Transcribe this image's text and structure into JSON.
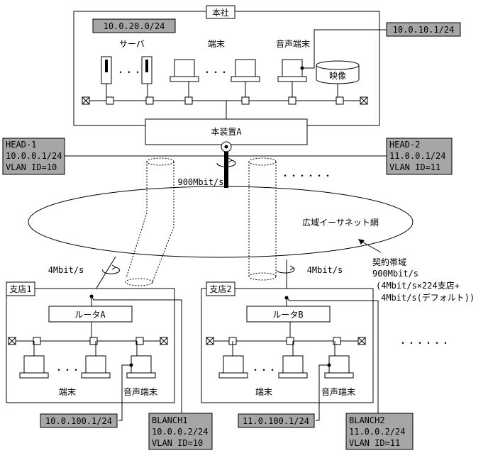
{
  "hq": {
    "title": "本社",
    "subnet": "10.0.20.0/24",
    "server_label": "サーバ",
    "terminal_label": "端末",
    "voice_label": "音声端末",
    "voice_ip": "10.0.10.1/24",
    "video_label": "映像",
    "ellipsis": "・・・",
    "device_label": "本装置A"
  },
  "head1": {
    "name": "HEAD-1",
    "ip": "10.0.0.1/24",
    "vlan": "VLAN ID=10"
  },
  "head2": {
    "name": "HEAD-2",
    "ip": "11.0.0.1/24",
    "vlan": "VLAN ID=11"
  },
  "link_speed": "900Mbit/s",
  "dots_more": "・・・・・・",
  "wan_label": "広域イーサネット網",
  "contract": {
    "line1": "契約帯域",
    "line2": "900Mbit/s",
    "line3": "(4Mbit/s×224支店+",
    "line4": "4Mbit/s(デフォルト))"
  },
  "branch1": {
    "title": "支店1",
    "speed": "4Mbit/s",
    "router": "ルータA",
    "terminal_label": "端末",
    "voice_label": "音声端末",
    "voice_ip": "10.0.100.1/24",
    "ellipsis": "・・・",
    "blanch_name": "BLANCH1",
    "blanch_ip": "10.0.0.2/24",
    "blanch_vlan": "VLAN ID=10"
  },
  "branch2": {
    "title": "支店2",
    "speed": "4Mbit/s",
    "router": "ルータB",
    "terminal_label": "端末",
    "voice_label": "音声端末",
    "voice_ip": "11.0.100.1/24",
    "ellipsis": "・・・",
    "blanch_name": "BLANCH2",
    "blanch_ip": "11.0.0.2/24",
    "blanch_vlan": "VLAN ID=11"
  },
  "dots_branches": "・・・・・・"
}
